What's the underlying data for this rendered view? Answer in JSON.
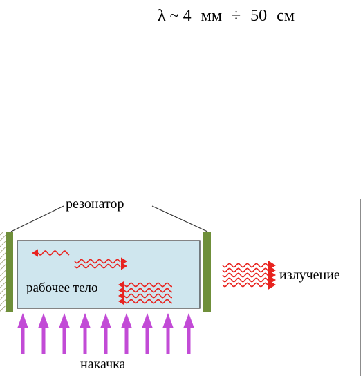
{
  "formula": {
    "lambda_part": "λ ~ 4",
    "unit_mm": "мм",
    "div_sign": "÷",
    "value_50": "50",
    "unit_cm": "см"
  },
  "labels": {
    "resonator": "резонатор",
    "working_body": "рабочее тело",
    "emission": "излучение",
    "pumping": "накачка"
  },
  "colors": {
    "mirror": "#6f8f3a",
    "body_fill": "#cfe6ee",
    "wave": "#e8231f",
    "pump_arrow": "#c24bd6"
  },
  "pump_arrow_count": 9
}
